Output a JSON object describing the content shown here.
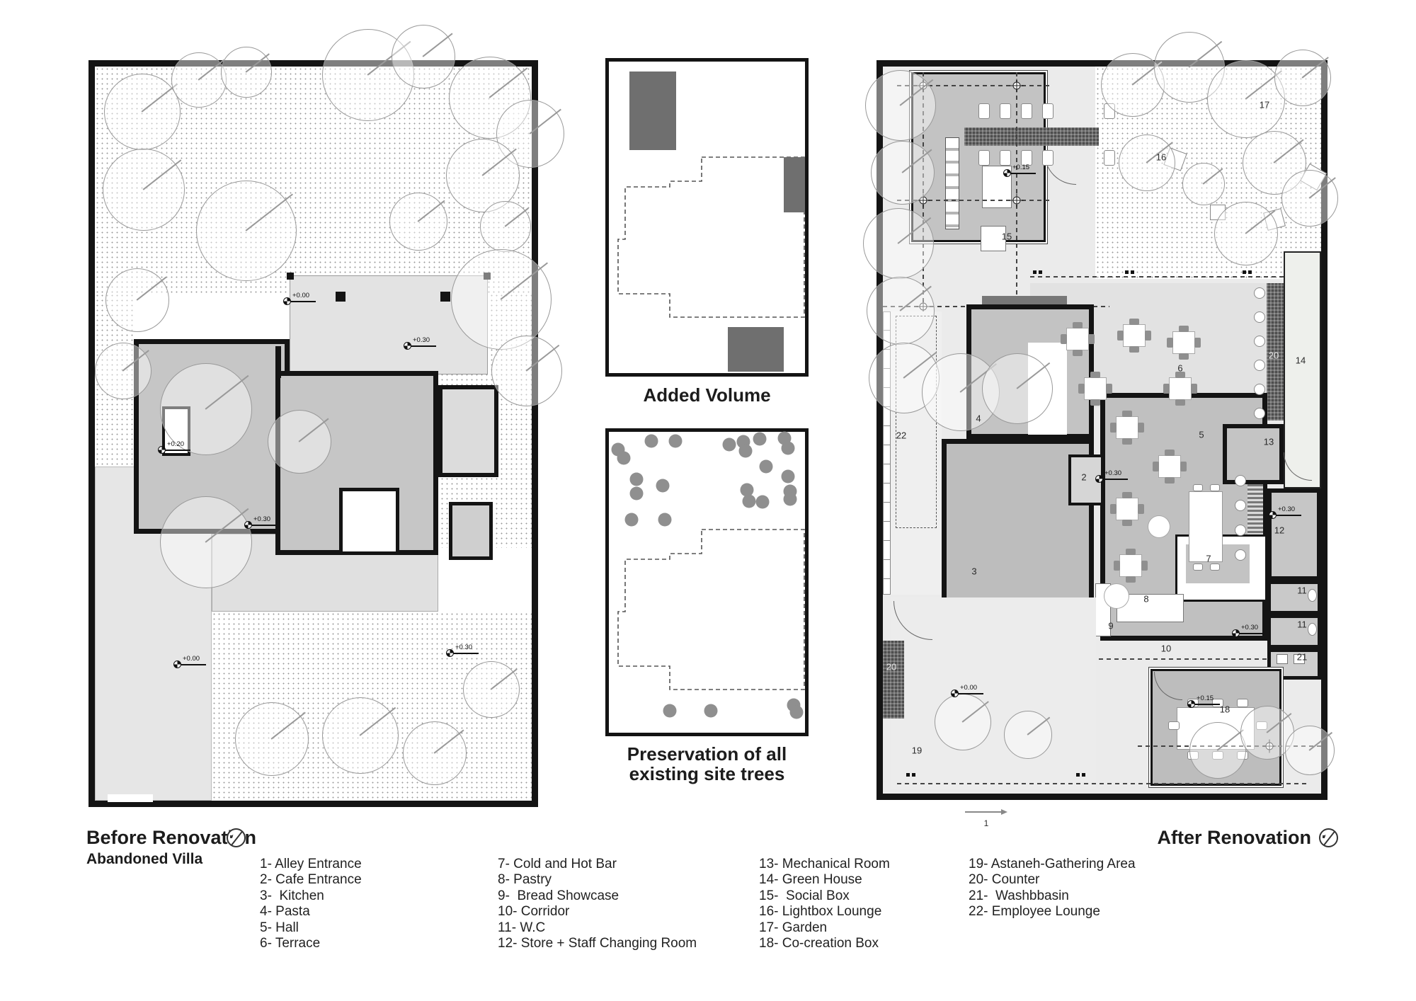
{
  "titles": {
    "before": "Before Renovation",
    "before_sub": "Abandoned Villa",
    "after": "After Renovation",
    "added_volume": "Added Volume",
    "preservation_1": "Preservation of all",
    "preservation_2": "existing site trees"
  },
  "legend": {
    "columns": [
      {
        "items": [
          "1- Alley Entrance",
          "2- Cafe Entrance",
          "3-  Kitchen",
          "4- Pasta",
          "5- Hall",
          "6- Terrace"
        ]
      },
      {
        "items": [
          "7- Cold and Hot Bar",
          "8- Pastry",
          "9-  Bread Showcase",
          "10- Corridor",
          "11- W.C",
          "12- Store + Staff Changing Room"
        ]
      },
      {
        "items": [
          "13- Mechanical Room",
          "14- Green House",
          "15-  Social Box",
          "16- Lightbox Lounge",
          "17- Garden",
          "18- Co-creation Box"
        ]
      },
      {
        "items": [
          "19- Astaneh-Gathering Area",
          "20- Counter",
          "21-  Washbbasin",
          "22- Employee Lounge"
        ]
      }
    ]
  },
  "plans": {
    "before": {
      "trees": [
        [
          67,
          64,
          54
        ],
        [
          147,
          19,
          39
        ],
        [
          214,
          8,
          36
        ],
        [
          386,
          12,
          65
        ],
        [
          464,
          -14,
          45
        ],
        [
          558,
          44,
          58
        ],
        [
          615,
          95,
          48
        ],
        [
          69,
          174,
          58
        ],
        [
          214,
          232,
          71
        ],
        [
          548,
          154,
          52
        ],
        [
          580,
          226,
          36
        ],
        [
          457,
          219,
          41
        ],
        [
          60,
          330,
          45
        ],
        [
          40,
          430,
          40
        ],
        [
          157,
          484,
          65
        ],
        [
          289,
          530,
          45
        ],
        [
          157,
          672,
          65
        ],
        [
          574,
          329,
          71
        ],
        [
          610,
          430,
          50
        ],
        [
          250,
          950,
          52
        ],
        [
          375,
          945,
          54
        ],
        [
          480,
          970,
          45
        ],
        [
          560,
          880,
          40
        ]
      ],
      "markers": [
        [
          266,
          324,
          "+0.00"
        ],
        [
          436,
          387,
          "+0.30"
        ],
        [
          89,
          534,
          "+0.20"
        ],
        [
          211,
          640,
          "+0.30"
        ],
        [
          496,
          821,
          "+0.30"
        ],
        [
          111,
          837,
          "+0.00"
        ]
      ]
    },
    "after": {
      "trees": [
        [
          353,
          26,
          45
        ],
        [
          433,
          1,
          50
        ],
        [
          513,
          46,
          55
        ],
        [
          593,
          16,
          40
        ],
        [
          373,
          136,
          40
        ],
        [
          453,
          166,
          30
        ],
        [
          553,
          136,
          45
        ],
        [
          603,
          186,
          40
        ],
        [
          513,
          236,
          45
        ],
        [
          25,
          55,
          50
        ],
        [
          28,
          150,
          45
        ],
        [
          22,
          250,
          50
        ],
        [
          25,
          345,
          48
        ],
        [
          30,
          440,
          50
        ],
        [
          110,
          460,
          55
        ],
        [
          190,
          455,
          50
        ],
        [
          113,
          926,
          40
        ],
        [
          205,
          944,
          34
        ],
        [
          473,
          966,
          40
        ],
        [
          543,
          941,
          38
        ],
        [
          603,
          966,
          35
        ]
      ],
      "markers": [
        [
          170,
          143,
          "+0.15"
        ],
        [
          300,
          575,
          "+0.30"
        ],
        [
          545,
          626,
          "+0.30"
        ],
        [
          493,
          793,
          "+0.30"
        ],
        [
          430,
          893,
          "+0.15"
        ],
        [
          96,
          878,
          "+0.00"
        ]
      ],
      "rooms": [
        [
          "15",
          175,
          240,
          ""
        ],
        [
          "16",
          393,
          128,
          ""
        ],
        [
          "17",
          539,
          54,
          ""
        ],
        [
          "4",
          135,
          497,
          ""
        ],
        [
          "22",
          26,
          521,
          ""
        ],
        [
          "3",
          129,
          713,
          ""
        ],
        [
          "2",
          284,
          580,
          ""
        ],
        [
          "6",
          420,
          426,
          ""
        ],
        [
          "5",
          450,
          520,
          ""
        ],
        [
          "20",
          552,
          408,
          "light"
        ],
        [
          "14",
          590,
          415,
          ""
        ],
        [
          "13",
          545,
          530,
          ""
        ],
        [
          "12",
          560,
          655,
          ""
        ],
        [
          "7",
          460,
          695,
          ""
        ],
        [
          "8",
          372,
          752,
          ""
        ],
        [
          "9",
          322,
          790,
          ""
        ],
        [
          "11",
          592,
          740,
          ""
        ],
        [
          "11",
          592,
          788,
          ""
        ],
        [
          "21",
          592,
          834,
          ""
        ],
        [
          "10",
          400,
          822,
          ""
        ],
        [
          "18",
          483,
          908,
          ""
        ],
        [
          "19",
          48,
          966,
          ""
        ],
        [
          "20",
          12,
          848,
          "light"
        ]
      ],
      "entrance_label": "1"
    }
  },
  "middle": {
    "volumes": [
      [
        29,
        14,
        66,
        111
      ],
      [
        247,
        135,
        30,
        78
      ],
      [
        168,
        375,
        79,
        63
      ]
    ],
    "footprint": "131,135 276,135 276,361 86,361 86,328 13,328 13,251 23,251 23,177 86,177 86,169 131,169 131,135",
    "dots": [
      [
        13,
        25
      ],
      [
        21,
        37
      ],
      [
        60,
        13
      ],
      [
        94,
        13
      ],
      [
        170,
        18
      ],
      [
        190,
        14
      ],
      [
        193,
        27
      ],
      [
        213,
        10
      ],
      [
        248,
        9
      ],
      [
        253,
        23
      ],
      [
        222,
        49
      ],
      [
        253,
        63
      ],
      [
        39,
        67
      ],
      [
        76,
        76
      ],
      [
        39,
        87
      ],
      [
        195,
        82
      ],
      [
        198,
        98
      ],
      [
        217,
        99
      ],
      [
        256,
        84
      ],
      [
        256,
        95
      ],
      [
        32,
        124
      ],
      [
        79,
        124
      ],
      [
        86,
        394
      ],
      [
        144,
        394
      ],
      [
        261,
        386
      ],
      [
        265,
        396
      ]
    ]
  }
}
